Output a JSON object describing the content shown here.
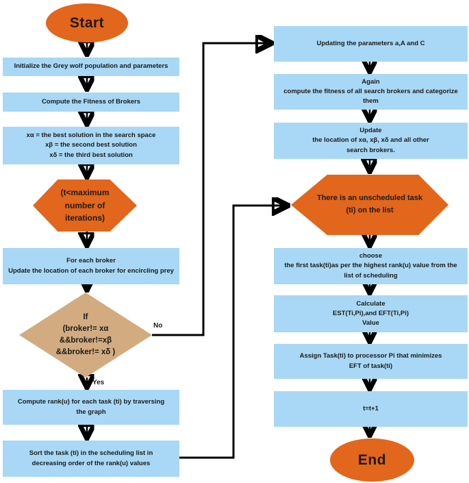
{
  "colors": {
    "orange": "#E2661B",
    "blue": "#A8D8F5",
    "tan": "#D2AC80",
    "text": "#1A1A1A",
    "line": "#000000"
  },
  "nodes": {
    "start": "Start",
    "init": "Initialize the Grey wolf population and parameters",
    "fitness": "Compute the Fitness of Brokers",
    "solutions": "xα = the best solution in the search space\nxβ = the second best solution\nxδ = the third best solution",
    "iter_check": "(t<maximum\nnumber of\niterations)",
    "for_each": "For each broker\nUpdate the location of each broker for encircling prey",
    "broker_check": "If\n(broker!= xα\n&&broker!=xβ\n&&broker!= xδ )",
    "compute_rank": "Compute rank(u) for each task (ti) by traversing\nthe graph",
    "sort_task": "Sort the task (ti) in the scheduling list in\ndecreasing order of the rank(u) values",
    "update_params": "Updating the parameters a,A and C",
    "again_fitness": "Again\ncompute the fitness of all search brokers and categorize\nthem",
    "update_location": "Update\nthe location of xα, xβ, xδ and all other\nsearch brokers.",
    "unscheduled_check": "There is an unscheduled task\n(ti) on the list",
    "choose": "choose\nthe first task(ti)as per the highest rank(u) value from the\nlist of scheduling",
    "calculate": "Calculate\nEST(Ti,Pi),and EFT(Ti,Pi)\nValue",
    "assign": "Assign Task(ti) to processor Pi that minimizes\nEFT of task(ti)",
    "increment": "t=t+1",
    "end": "End"
  },
  "edge_labels": {
    "no": "No",
    "yes": "Yes"
  }
}
